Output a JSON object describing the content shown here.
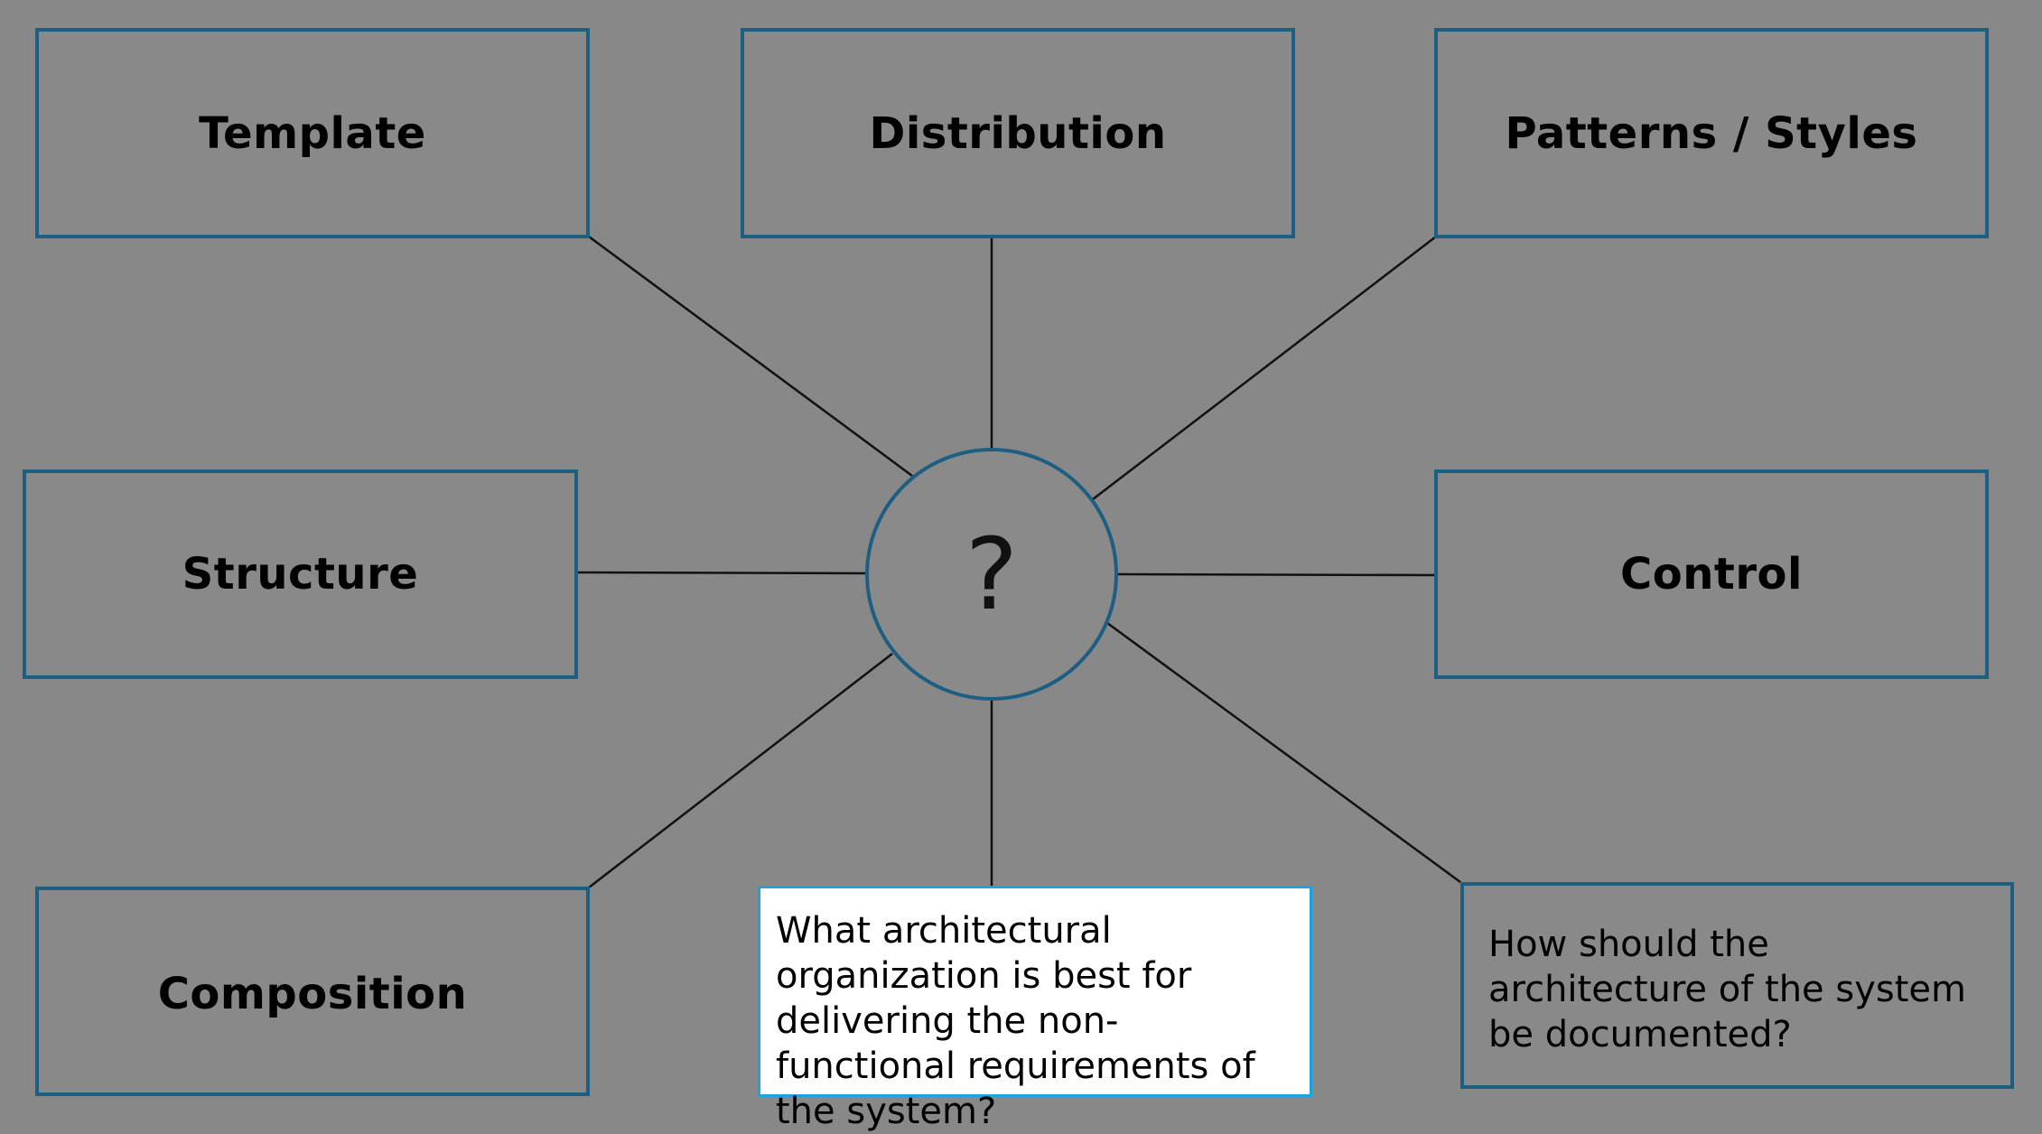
{
  "diagram": {
    "center": {
      "label": "?"
    },
    "nodes": [
      {
        "id": "template",
        "label": "Template"
      },
      {
        "id": "distribution",
        "label": "Distribution"
      },
      {
        "id": "patterns",
        "label": "Patterns / Styles"
      },
      {
        "id": "structure",
        "label": "Structure"
      },
      {
        "id": "control",
        "label": "Control"
      },
      {
        "id": "composition",
        "label": "Composition"
      }
    ],
    "questions": [
      {
        "id": "organization",
        "text": "What architectural organization is best for delivering the non-functional requirements of the system?"
      },
      {
        "id": "documentation",
        "text": "How should the architecture of the system be documented?"
      }
    ],
    "colors": {
      "background": "#888888",
      "box_border": "#1d5f82",
      "highlight_border": "#1aa3e0",
      "connector": "#111111"
    }
  }
}
